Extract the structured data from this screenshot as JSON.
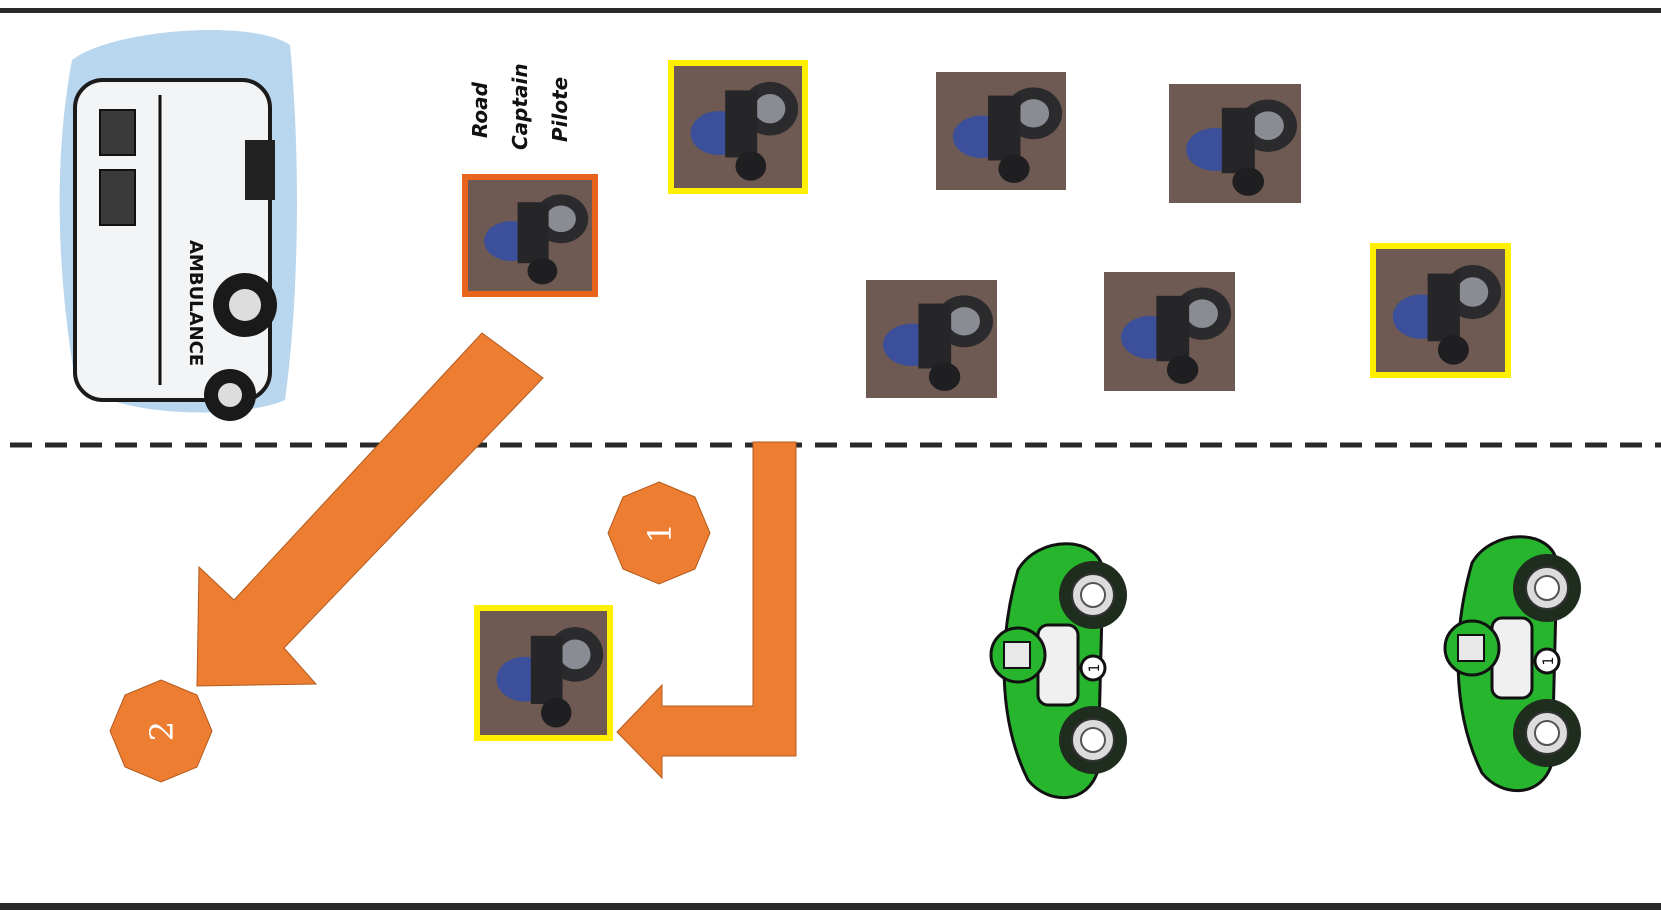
{
  "escort_roles": [
    "Road",
    "Captain",
    "Pilote"
  ],
  "steps": [
    {
      "number": "1"
    },
    {
      "number": "2"
    }
  ],
  "colors": {
    "road_edge": "#2a2a2a",
    "lane_divider": "#2a2a2a",
    "leader_border": "#e8631c",
    "escort_border": "#ffef00",
    "arrow": "#ed7d31",
    "step_marker": "#ed7d31",
    "car_body": "#22b02a",
    "ambulance_halo": "#b9d6ef"
  },
  "icons": {
    "vehicle": "ambulance-icon",
    "motorcycle": "motorcycle-photo-icon",
    "car": "race-car-icon"
  }
}
